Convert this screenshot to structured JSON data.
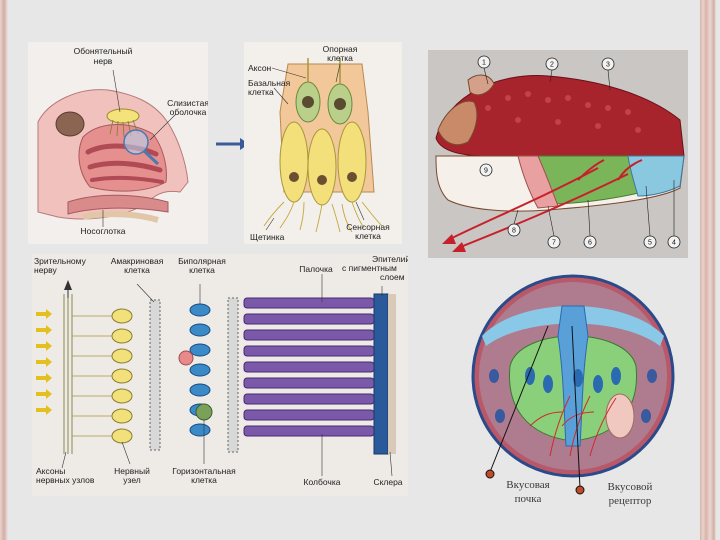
{
  "nose": {
    "olfactory_nerve": [
      "Обонятельный",
      "нерв"
    ],
    "mucosa": [
      "Слизистая",
      "оболочка"
    ],
    "nasopharynx": "Носоглотка"
  },
  "olfactory_cells": {
    "axon": "Аксон",
    "support_cell": [
      "Опорная",
      "клетка"
    ],
    "basal_cell": [
      "Базальная",
      "клетка"
    ],
    "bristles": "Щетинка",
    "sensory_cell": [
      "Сенсорная",
      "клетка"
    ]
  },
  "retina": {
    "optic_nerve": [
      "Зрительному",
      "нерву"
    ],
    "amacrine": [
      "Амакриновая",
      "клетка"
    ],
    "bipolar": [
      "Биполярная",
      "клетка"
    ],
    "rod": "Палочка",
    "pigment_epithelium": [
      "Эпителий",
      "с пигментным",
      "слоем"
    ],
    "ganglion_axons": [
      "Аксоны",
      "нервных узлов"
    ],
    "ganglion": [
      "Нервный",
      "узел"
    ],
    "horizontal": [
      "Горизонтальная",
      "клетка"
    ],
    "cone": "Колбочка",
    "sclera": "Склера"
  },
  "tongue": {
    "markers": [
      "1",
      "2",
      "3",
      "4",
      "5",
      "6",
      "7",
      "8",
      "9"
    ]
  },
  "taste_bud": {
    "bud": [
      "Вкусовая",
      "почка"
    ],
    "receptor": [
      "Вкусовой",
      "рецептор"
    ]
  },
  "colors": {
    "background": "#e7e7e7",
    "tissue_pink": "#e8a8a8",
    "tongue_red": "#a8242c",
    "retina_purple": "#7a5aa8",
    "retina_blue": "#3a8ac8",
    "cell_yellow": "#f2e07a",
    "taste_green": "#8ad07a",
    "taste_blue": "#2a6ab0"
  }
}
